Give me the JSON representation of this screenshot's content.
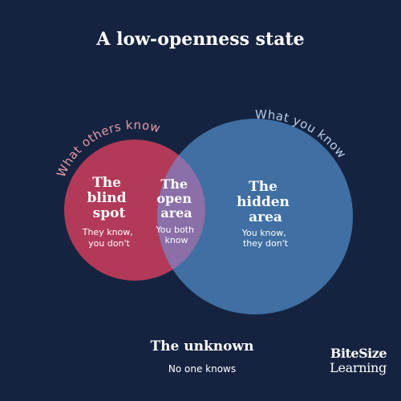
{
  "title": "A low-openness state",
  "labels": {
    "others_know": "What others know",
    "you_know": "What you know"
  },
  "areas": {
    "blind": {
      "title_lines": [
        "The",
        "blind",
        "spot"
      ],
      "desc_lines": [
        "They know,",
        "you don't"
      ]
    },
    "open": {
      "title_lines": [
        "The",
        "open",
        "area"
      ],
      "desc_lines": [
        "You both",
        "know"
      ]
    },
    "hidden": {
      "title_lines": [
        "The",
        "hidden",
        "area"
      ],
      "desc_lines": [
        "You know,",
        "they don't"
      ]
    }
  },
  "unknown": {
    "title": "The unknown",
    "desc": "No one knows"
  },
  "brand": {
    "line1": "BiteSize",
    "line2": "Learning"
  },
  "colors": {
    "background": "#162340",
    "blind_circle": "#b23a58",
    "hidden_circle": "#3f6fa3",
    "open_area": "#8a6fa8",
    "others_label": "#e59aa5",
    "you_label": "#b7d0ea",
    "text": "#ffffff"
  }
}
